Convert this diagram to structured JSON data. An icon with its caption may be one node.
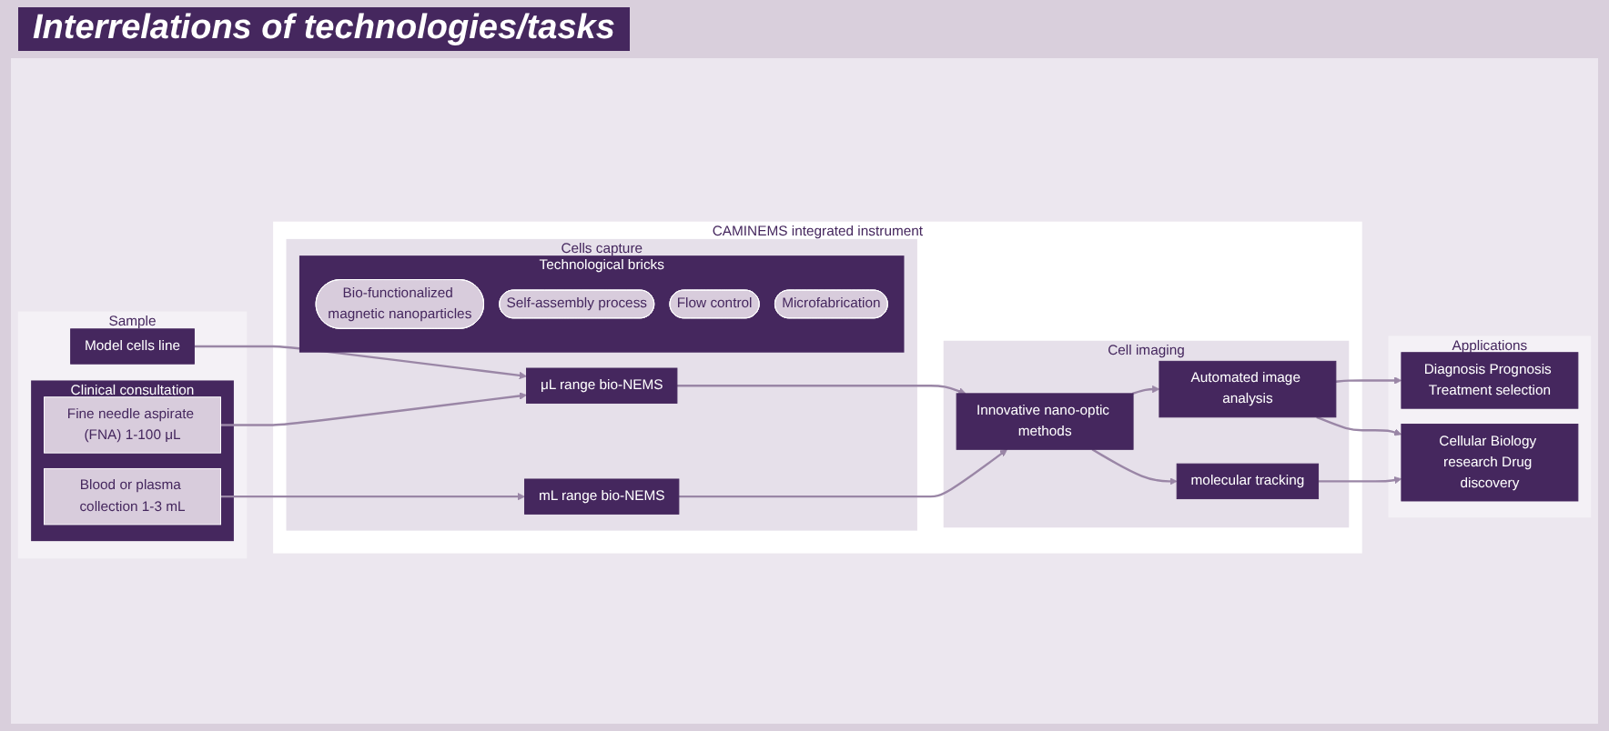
{
  "diagram": {
    "title": "Interrelations of technologies/tasks",
    "nodes": [
      {
        "text": [
          "Sample"
        ]
      },
      {
        "text": [
          "Model cells line"
        ],
        "in": 0
      },
      {
        "text": [
          "Clinical consultation"
        ],
        "in": 0
      },
      {
        "text": [
          "Fine needle aspirate (FNA) 1-100 μL"
        ],
        "in": 2
      },
      {
        "text": [
          "Blood or plasma collection 1-3 mL"
        ],
        "in": 2
      },
      {
        "text": [
          "CAMINEMS integrated instrument"
        ]
      },
      {
        "text": [
          "Cells capture"
        ],
        "in": 5
      },
      {
        "text": [
          "μL range bio-NEMS"
        ],
        "in": 6
      },
      {
        "text": [
          "Technological bricks"
        ],
        "in": 6
      },
      {
        "text": [
          "Bio-functionalized magnetic nanoparticles"
        ],
        "in": 8
      },
      {
        "text": [
          "Self-assembly process"
        ],
        "in": 8
      },
      {
        "text": [
          "Flow control"
        ],
        "in": 8
      },
      {
        "text": [
          "Microfabrication"
        ],
        "in": 8
      },
      {
        "text": [
          "mL range bio-NEMS"
        ],
        "in": 6
      },
      {
        "text": [
          "Cell imaging"
        ],
        "in": 5
      },
      {
        "text": [
          "Innovative nano-optic methods"
        ],
        "in": 14
      },
      {
        "text": [
          "Automated image analysis"
        ],
        "in": 14
      },
      {
        "text": [
          "molecular tracking"
        ],
        "in": 14
      },
      {
        "text": [
          "Applications"
        ]
      },
      {
        "text": [
          "Diagnosis Prognosis Treatment selection"
        ],
        "in": 18
      },
      {
        "text": [
          "Cellular Biology research Drug discovery"
        ],
        "in": 18
      }
    ],
    "edges": [
      {
        "from": 1,
        "to": 7,
        "arrow": "to"
      },
      {
        "from": 3,
        "to": 7,
        "arrow": "to"
      },
      {
        "from": 4,
        "to": 13,
        "arrow": "to"
      },
      {
        "from": 7,
        "to": 15,
        "arrow": "to"
      },
      {
        "from": 13,
        "to": 15,
        "arrow": "to"
      },
      {
        "from": 15,
        "to": 16,
        "arrow": "to"
      },
      {
        "from": 15,
        "to": 17,
        "arrow": "to"
      },
      {
        "from": 16,
        "to": 19,
        "arrow": "to"
      },
      {
        "from": 16,
        "to": 20,
        "arrow": "to"
      },
      {
        "from": 17,
        "to": 20,
        "arrow": "to"
      }
    ]
  }
}
